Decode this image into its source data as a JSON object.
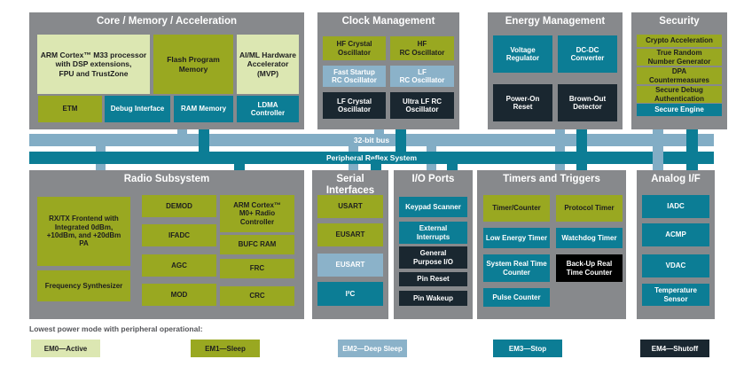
{
  "colors": {
    "container": "#87898C",
    "em0": "#dce7b2",
    "em1": "#99a821",
    "em2": "#8bb2c9",
    "em3": "#0c7d95",
    "em4": "#1a2730",
    "black": "#000000",
    "bus_lb": "#82adc5",
    "bus_teal": "#0c7d95",
    "dark_text": "#1d1d1f",
    "legend_text": "#55565A"
  },
  "buses": {
    "bus32": "32-bit bus",
    "prs": "Peripheral Reflex System"
  },
  "blocks": {
    "core": {
      "title": "Core / Memory / Acceleration",
      "arm": "ARM Cortex™ M33 processor\nwith DSP extensions,\nFPU and TrustZone",
      "flash": "Flash Program\nMemory",
      "aiml": "AI/ML Hardware\nAccelerator\n(MVP)",
      "etm": "ETM",
      "debug": "Debug Interface",
      "ram": "RAM Memory",
      "ldma": "LDMA\nController"
    },
    "clock": {
      "title": "Clock Management",
      "hfxo": "HF Crystal\nOscillator",
      "hfrco": "HF\nRC Oscillator",
      "fsrco": "Fast Startup\nRC Oscillator",
      "lfrco": "LF\nRC Oscillator",
      "lfxo": "LF Crystal\nOscillator",
      "ulfrco": "Ultra LF RC\nOscillator"
    },
    "energy": {
      "title": "Energy Management",
      "vreg": "Voltage\nRegulator",
      "dcdc": "DC-DC\nConverter",
      "por": "Power-On\nReset",
      "bod": "Brown-Out\nDetector"
    },
    "security": {
      "title": "Security",
      "crypto": "Crypto Acceleration",
      "trng": "True Random\nNumber Generator",
      "dpa": "DPA\nCountermeasures",
      "sda": "Secure Debug\nAuthentication",
      "se": "Secure Engine"
    },
    "radio": {
      "title": "Radio Subsystem",
      "rxtx": "RX/TX Frontend with\nIntegrated 0dBm,\n+10dBm, and +20dBm\nPA",
      "fsynth": "Frequency Synthesizer",
      "demod": "DEMOD",
      "ifadc": "IFADC",
      "agc": "AGC",
      "mod": "MOD",
      "m0": "ARM Cortex™\nM0+ Radio\nController",
      "bufc": "BUFC RAM",
      "frc": "FRC",
      "crc": "CRC"
    },
    "serial": {
      "title": "Serial\nInterfaces",
      "usart": "USART",
      "eusart1": "EUSART",
      "eusart2": "EUSART",
      "i2c": "I²C"
    },
    "io": {
      "title": "I/O Ports",
      "keypad": "Keypad Scanner",
      "extint": "External\nInterrupts",
      "gpio": "General\nPurpose I/O",
      "pinreset": "Pin Reset",
      "pinwakeup": "Pin Wakeup"
    },
    "timers": {
      "title": "Timers and Triggers",
      "tc": "Timer/Counter",
      "pt": "Protocol Timer",
      "let": "Low Energy Timer",
      "wdt": "Watchdog Timer",
      "sysrtc": "System Real Time\nCounter",
      "burtc": "Back-Up Real\nTime Counter",
      "pcnt": "Pulse Counter"
    },
    "analog": {
      "title": "Analog I/F",
      "iadc": "IADC",
      "acmp": "ACMP",
      "vdac": "VDAC",
      "temp": "Temperature\nSensor"
    }
  },
  "legend": {
    "title": "Lowest power mode with peripheral operational:",
    "em0": "EM0—Active",
    "em1": "EM1—Sleep",
    "em2": "EM2—Deep Sleep",
    "em3": "EM3—Stop",
    "em4": "EM4—Shutoff"
  }
}
